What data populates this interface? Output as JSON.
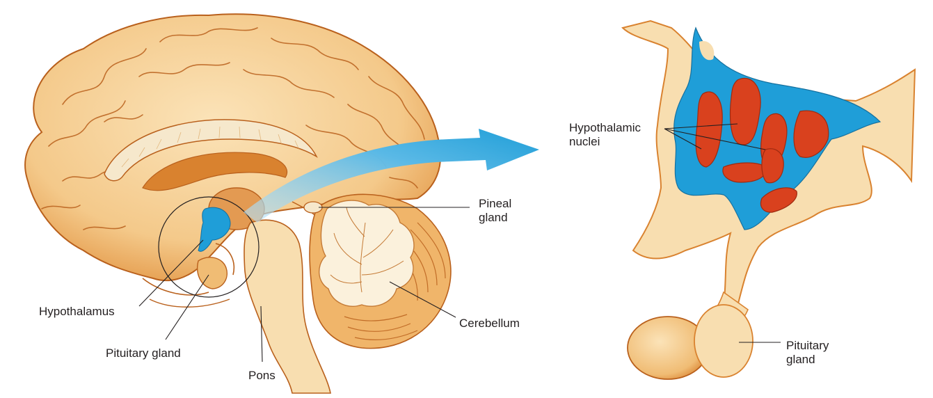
{
  "colors": {
    "brain_fill": "#f4c98a",
    "brain_light": "#f8deb0",
    "brain_shadow": "#d9822f",
    "gyrus_line": "#b9601c",
    "ventricle_blue": "#1f9ed8",
    "nuclei_red": "#d9411e",
    "white_matter": "#f6e8cc",
    "label_text": "#231f20",
    "leader_line": "#231f20"
  },
  "left_figure": {
    "labels": {
      "hypothalamus": "Hypothalamus",
      "pituitary_gland": "Pituitary gland",
      "pons": "Pons",
      "pineal_gland_line1": "Pineal",
      "pineal_gland_line2": "gland",
      "cerebellum": "Cerebellum"
    }
  },
  "right_figure": {
    "labels": {
      "hypothalamic_nuclei_line1": "Hypothalamic",
      "hypothalamic_nuclei_line2": "nuclei",
      "pituitary_gland_line1": "Pituitary",
      "pituitary_gland_line2": "gland"
    }
  }
}
